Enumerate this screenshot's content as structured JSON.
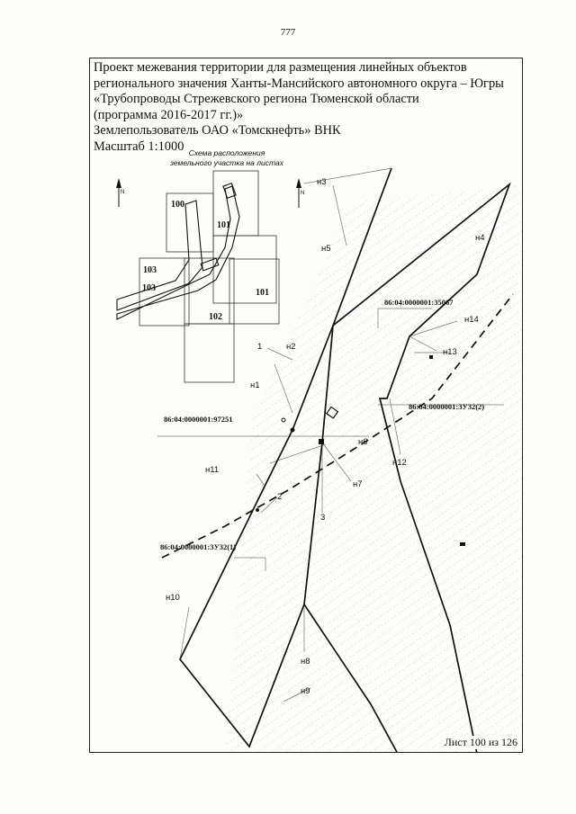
{
  "page_number": "777",
  "header": {
    "title_lines": [
      "Проект межевания территории для размещения линейных объектов",
      "регионального значения Ханты-Мансийского автономного округа – Югры",
      "«Трубопроводы Стрежевского региона Тюменской области",
      "(программа 2016-2017 гг.)»"
    ],
    "land_user": "Землепользователь ОАО «Томскнефть» ВНК",
    "scale": "Масштаб 1:1000"
  },
  "inset": {
    "title_line1": "Схема расположения",
    "title_line2": "земельного участка на листах",
    "sheets": [
      "100",
      "101",
      "101",
      "102",
      "103",
      "103"
    ],
    "north_label": "N"
  },
  "map": {
    "north_label": "N",
    "points": [
      "н1",
      "н2",
      "н3",
      "н4",
      "н5",
      "н6",
      "н7",
      "н8",
      "н9",
      "н10",
      "н11",
      "н12",
      "н13",
      "н14",
      "1",
      "2",
      "3"
    ],
    "cadastral": [
      "86:04:0000001:35067",
      "86:04:0000001:3У32(2)",
      "86:04:0000001:97251",
      "86:04:0000001:3У32(1)"
    ]
  },
  "sheet_label": "Лист 100 из 126"
}
